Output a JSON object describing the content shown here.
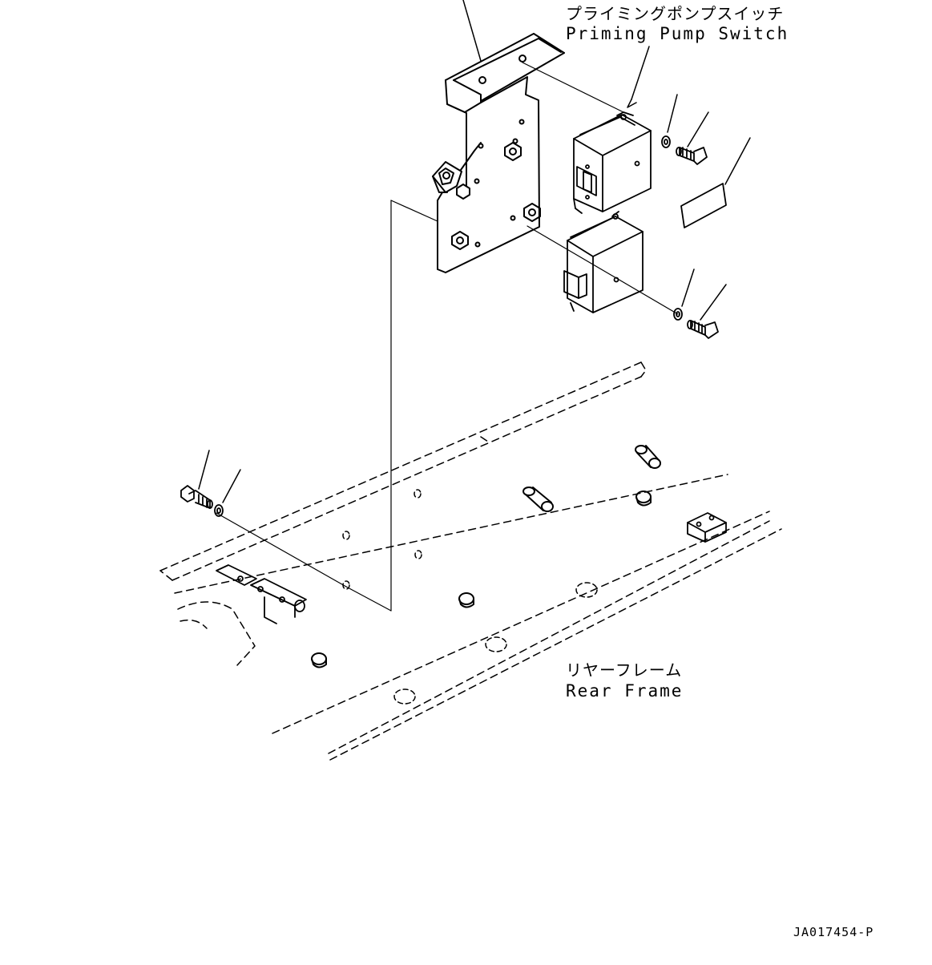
{
  "labels": {
    "priming_pump_switch_jp": "プライミングポンプスイッチ",
    "priming_pump_switch_en": "Priming Pump Switch",
    "rear_frame_jp": "リヤーフレーム",
    "rear_frame_en": "Rear Frame",
    "drawing_code": "JA017454-P"
  }
}
